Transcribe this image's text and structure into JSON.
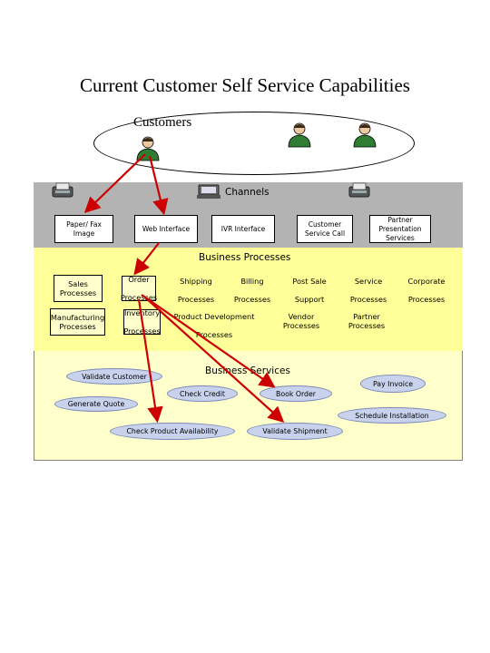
{
  "title": "Current Customer Self Service Capabilities",
  "customers": {
    "label": "Customers"
  },
  "channels": {
    "label": "Channels",
    "boxes": [
      "Paper/ Fax Image",
      "Web Interface",
      "IVR Interface",
      "Customer Service Call",
      "Partner Presentation Services"
    ]
  },
  "business_processes": {
    "label": "Business Processes",
    "sales": "Sales\nProcesses",
    "manufacturing": "Manufacturing\nProcesses",
    "order": "Order\n\nProcesses",
    "inventory": "Inventory\n\nProcesses",
    "shipping": "Shipping\n\nProcesses",
    "billing": "Billing\n\nProcesses",
    "post_sale": "Post Sale\n\nSupport",
    "service": "Service\n\nProcesses",
    "corporate": "Corporate\n\nProcesses",
    "product_development": "Product Development\n\nProcesses",
    "vendor": "Vendor\nProcesses",
    "partner": "Partner\nProcesses"
  },
  "business_services": {
    "label": "Business Services",
    "items": [
      "Validate Customer",
      "Check Credit",
      "Book Order",
      "Pay Invoice",
      "Generate Quote",
      "Schedule Installation",
      "Check Product Availability",
      "Validate Shipment"
    ]
  },
  "colors": {
    "channels_band": "#b3b3b3",
    "processes_band": "#ffff99",
    "services_band": "#ffffcc",
    "service_ellipse": "#c8d2ec",
    "arrow": "#cc0000",
    "person": "#2e7d32"
  }
}
